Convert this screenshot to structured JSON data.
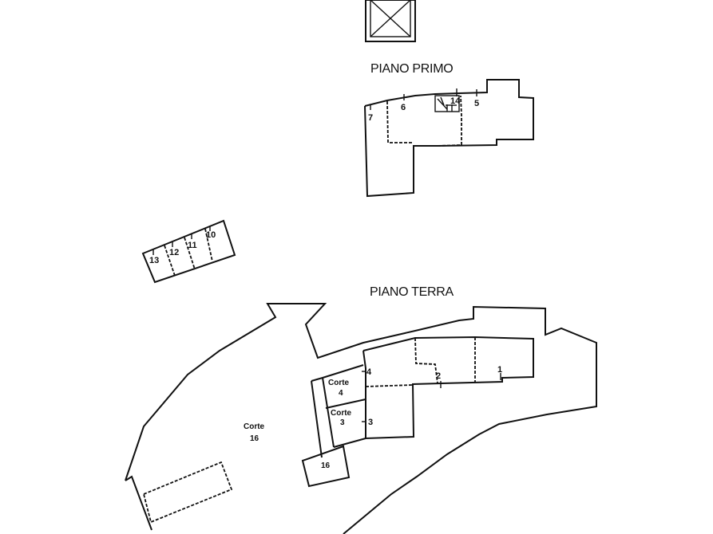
{
  "floors": {
    "primo": {
      "title": "PIANO PRIMO",
      "subalterni": [
        "7",
        "6",
        "14",
        "5"
      ]
    },
    "terra": {
      "title": "PIANO TERRA",
      "subalterni": [
        "1",
        "2",
        "3",
        "4"
      ],
      "courts": [
        {
          "label": "Corte",
          "number": "4"
        },
        {
          "label": "Corte",
          "number": "3"
        },
        {
          "label": "Corte",
          "number": "16"
        }
      ],
      "annex": "16"
    }
  },
  "garages": [
    "13",
    "12",
    "11",
    "10"
  ],
  "colors": {
    "ink": "#111111",
    "paper": "#ffffff"
  }
}
